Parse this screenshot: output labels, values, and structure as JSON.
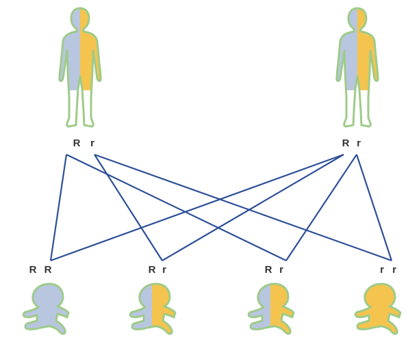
{
  "colors": {
    "dominant_fill": "#b9c6df",
    "recessive_fill": "#f4c44e",
    "outline": "#9ecb8a",
    "cross_line": "#2d4f97",
    "text": "#333333"
  },
  "parents": [
    {
      "alleles": [
        "R",
        "r"
      ],
      "icon": "human-figure-icon",
      "left_half": "dominant",
      "right_half": "recessive"
    },
    {
      "alleles": [
        "R",
        "r"
      ],
      "icon": "human-figure-icon",
      "left_half": "dominant",
      "right_half": "recessive"
    }
  ],
  "offspring": [
    {
      "alleles": [
        "R",
        "R"
      ],
      "icon": "baby-icon",
      "left_half": "dominant",
      "right_half": "dominant"
    },
    {
      "alleles": [
        "R",
        "r"
      ],
      "icon": "baby-icon",
      "left_half": "dominant",
      "right_half": "recessive"
    },
    {
      "alleles": [
        "R",
        "r"
      ],
      "icon": "baby-icon",
      "left_half": "dominant",
      "right_half": "recessive"
    },
    {
      "alleles": [
        "r",
        "r"
      ],
      "icon": "baby-icon",
      "left_half": "recessive",
      "right_half": "recessive"
    }
  ],
  "crosses": [
    {
      "parent": 0,
      "allele": 0,
      "child": 0
    },
    {
      "parent": 0,
      "allele": 0,
      "child": 2
    },
    {
      "parent": 0,
      "allele": 1,
      "child": 1
    },
    {
      "parent": 0,
      "allele": 1,
      "child": 3
    },
    {
      "parent": 1,
      "allele": 0,
      "child": 0
    },
    {
      "parent": 1,
      "allele": 0,
      "child": 1
    },
    {
      "parent": 1,
      "allele": 1,
      "child": 2
    },
    {
      "parent": 1,
      "allele": 1,
      "child": 3
    }
  ]
}
